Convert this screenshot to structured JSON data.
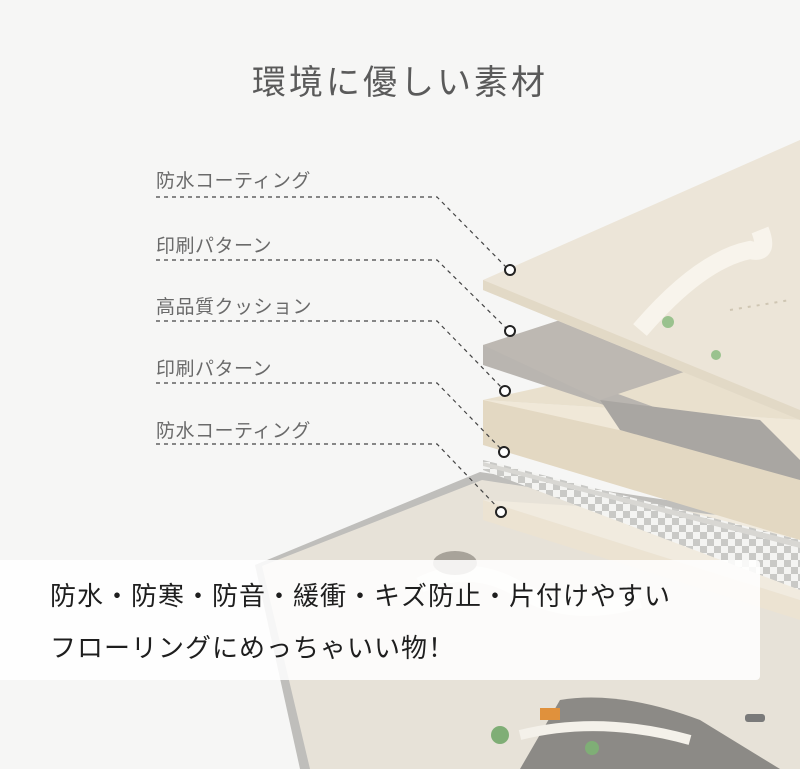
{
  "title": "環境に優しい素材",
  "layers": [
    {
      "label": "防水コーティング"
    },
    {
      "label": "印刷パターン"
    },
    {
      "label": "高品質クッション"
    },
    {
      "label": "印刷パターン"
    },
    {
      "label": "防水コーティング"
    }
  ],
  "taglines": {
    "line1": "防水・防寒・防音・緩衝・キズ防止・片付けやすい",
    "line2": "フローリングにめっちゃいい物！"
  }
}
